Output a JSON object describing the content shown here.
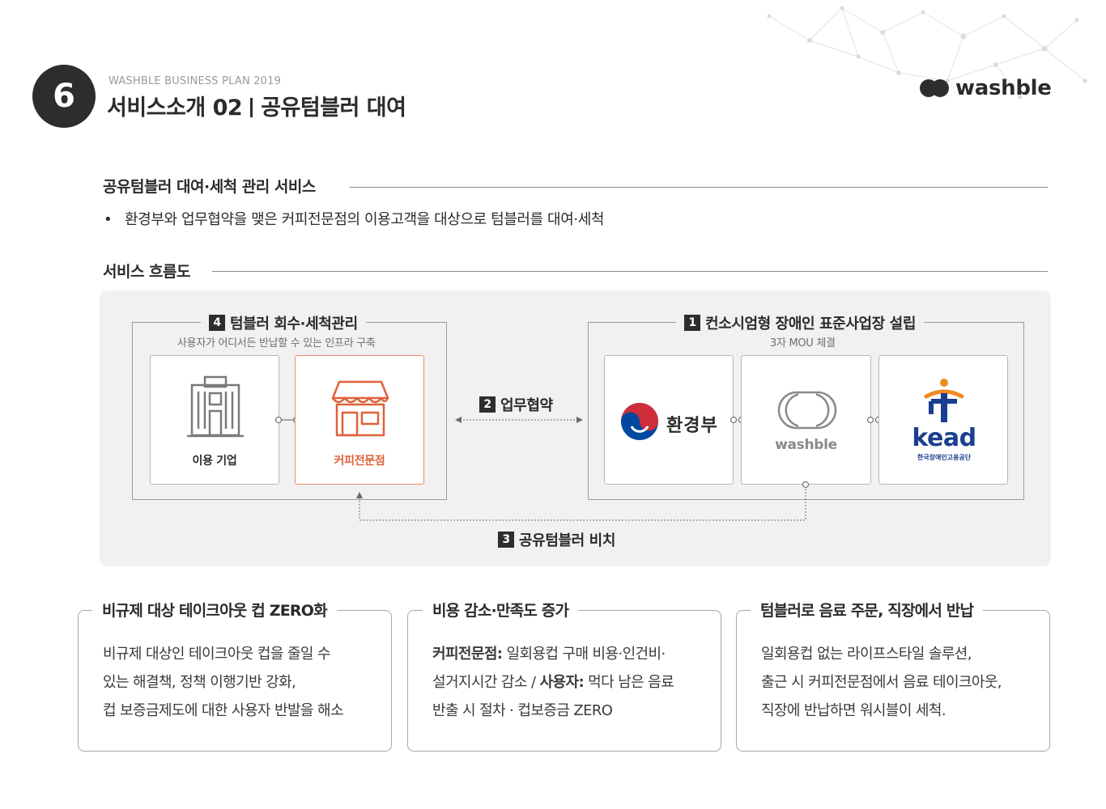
{
  "header": {
    "page_number": "6",
    "plan_label": "WASHBLE BUSINESS PLAN 2019",
    "title_main": "서비스소개 02",
    "title_sub": "공유텀블러 대여",
    "logo_text": "washble"
  },
  "section1": {
    "title": "공유텀블러 대여·세척 관리 서비스",
    "bullet": "환경부와 업무협약을 맺은 커피전문점의 이용고객을 대상으로 텀블러를 대여·세척"
  },
  "section2": {
    "title": "서비스 흐름도"
  },
  "flow": {
    "left_group": {
      "number": "4",
      "title": "텀블러 회수·세척관리",
      "subtitle": "사용자가 어디서든 반납할 수 있는 인프라 구축",
      "cards": [
        {
          "label": "이용 기업",
          "icon": "building-icon"
        },
        {
          "label": "커피전문점",
          "icon": "store-icon"
        }
      ]
    },
    "middle": {
      "number": "2",
      "label": "업무협약"
    },
    "right_group": {
      "number": "1",
      "title": "컨소시엄형 장애인 표준사업장 설립",
      "subtitle": "3자 MOU 체결",
      "cards": [
        {
          "label": "환경부",
          "icon": "taegeuk-icon"
        },
        {
          "label": "washble",
          "icon": "washble-logo-icon"
        },
        {
          "label": "kead",
          "sublabel": "한국장애인고용공단",
          "icon": "kead-logo-icon"
        }
      ]
    },
    "bottom": {
      "number": "3",
      "label": "공유텀블러 비치"
    }
  },
  "boxes": [
    {
      "title": "비규제 대상 테이크아웃 컵 ZERO화",
      "lines": [
        "비규제 대상인 테이크아웃 컵을 줄일 수",
        "있는 해결책, 정책 이행기반 강화,",
        "컵 보증금제도에 대한 사용자 반발을 해소"
      ]
    },
    {
      "title": "비용 감소·만족도 증가",
      "line1_bold": "커피전문점:",
      "line1_rest": " 일회용컵 구매 비용·인건비·",
      "line2_start": "설거지시간 감소 / ",
      "line2_bold": "사용자:",
      "line2_rest": " 먹다 남은 음료",
      "line3": "반출 시 절차 · 컵보증금 ZERO"
    },
    {
      "title": "텀블러로 음료 주문, 직장에서 반납",
      "lines": [
        "일회용컵 없는 라이프스타일 솔루션,",
        "출근 시 커피전문점에서 음료 테이크아웃,",
        "직장에 반납하면 워시블이 세척."
      ]
    }
  ],
  "colors": {
    "dark": "#2d2d2d",
    "accent_orange": "#e0613a",
    "panel_bg": "#f1f1f1",
    "korea_red": "#cd2e3a",
    "korea_blue": "#0047a0",
    "kead_blue": "#1b3f8f",
    "kead_orange": "#f08a24"
  }
}
